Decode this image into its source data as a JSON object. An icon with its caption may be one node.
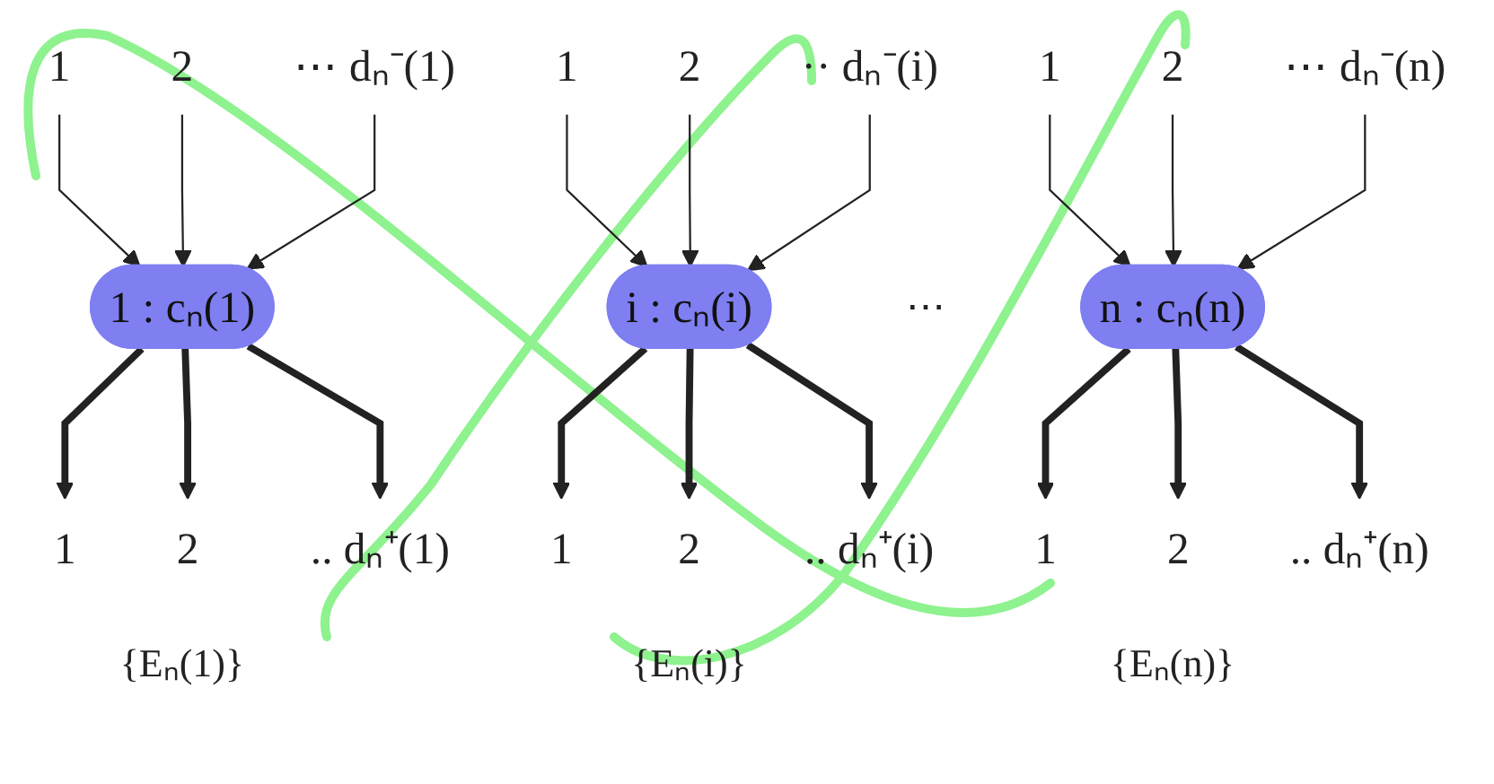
{
  "diagram": {
    "nodes": [
      {
        "text": [
          "1"
        ]
      },
      {
        "text": [
          "2"
        ]
      },
      {
        "text": [
          "⋯ dₙ⁻(1)"
        ]
      },
      {
        "text": [
          "1 : cₙ(1)"
        ]
      },
      {
        "text": [
          "1"
        ]
      },
      {
        "text": [
          "2"
        ]
      },
      {
        "text": [
          ".. dₙ⁺(1)"
        ]
      },
      {
        "text": [
          "1"
        ]
      },
      {
        "text": [
          "2"
        ]
      },
      {
        "text": [
          "·· dₙ⁻(i)"
        ]
      },
      {
        "text": [
          "i : cₙ(i)"
        ]
      },
      {
        "text": [
          "1"
        ]
      },
      {
        "text": [
          "2"
        ]
      },
      {
        "text": [
          ".. dₙ⁺(i)"
        ]
      },
      {
        "text": [
          "1"
        ]
      },
      {
        "text": [
          "2"
        ]
      },
      {
        "text": [
          "⋯ dₙ⁻(n)"
        ]
      },
      {
        "text": [
          "n : cₙ(n)"
        ]
      },
      {
        "text": [
          "1"
        ]
      },
      {
        "text": [
          "2"
        ]
      },
      {
        "text": [
          ".. dₙ⁺(n)"
        ]
      }
    ],
    "edges": [
      {
        "from": 0,
        "to": 3,
        "arrow": "to"
      },
      {
        "from": 1,
        "to": 3,
        "arrow": "to"
      },
      {
        "from": 2,
        "to": 3,
        "arrow": "to"
      },
      {
        "from": 3,
        "to": 4,
        "arrow": "to",
        "style": "thick"
      },
      {
        "from": 3,
        "to": 5,
        "arrow": "to",
        "style": "thick"
      },
      {
        "from": 3,
        "to": 6,
        "arrow": "to",
        "style": "thick"
      },
      {
        "from": 7,
        "to": 10,
        "arrow": "to"
      },
      {
        "from": 8,
        "to": 10,
        "arrow": "to"
      },
      {
        "from": 9,
        "to": 10,
        "arrow": "to"
      },
      {
        "from": 10,
        "to": 11,
        "arrow": "to",
        "style": "thick"
      },
      {
        "from": 10,
        "to": 12,
        "arrow": "to",
        "style": "thick"
      },
      {
        "from": 10,
        "to": 13,
        "arrow": "to",
        "style": "thick"
      },
      {
        "from": 14,
        "to": 17,
        "arrow": "to"
      },
      {
        "from": 15,
        "to": 17,
        "arrow": "to"
      },
      {
        "from": 16,
        "to": 17,
        "arrow": "to"
      },
      {
        "from": 17,
        "to": 18,
        "arrow": "to",
        "style": "thick"
      },
      {
        "from": 17,
        "to": 19,
        "arrow": "to",
        "style": "thick"
      },
      {
        "from": 17,
        "to": 20,
        "arrow": "to",
        "style": "thick"
      }
    ],
    "labels": [
      "⋯",
      "{Eₙ(1)}",
      "{Eₙ(i)}",
      "{Eₙ(n)}"
    ]
  }
}
